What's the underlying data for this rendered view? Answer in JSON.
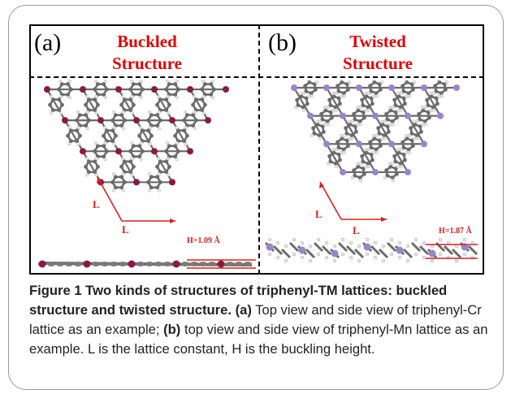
{
  "panel_a": {
    "label": "(a)",
    "title_line1": "Buckled",
    "title_line2": "Structure",
    "lattice_label_1": "L",
    "lattice_label_2": "L",
    "height_label": "H=1.09 Å"
  },
  "panel_b": {
    "label": "(b)",
    "title_line1": "Twisted",
    "title_line2": "Structure",
    "lattice_label_1": "L",
    "lattice_label_2": "L",
    "height_label": "H=1.87 Å"
  },
  "caption": {
    "figure_label": "Figure 1",
    "title": "Two kinds of structures of triphenyl-TM lattices: buckled structure and twisted structure.",
    "a_label": "(a)",
    "a_text": "Top view and side view of triphenyl-Cr lattice as an example;",
    "b_label": "(b)",
    "b_text": "top view and side view of triphenyl-Mn lattice as an example. L is the lattice constant, H is the buckling height."
  },
  "colors": {
    "title_red": "#e00000",
    "metal_a": "#8b1a3e",
    "metal_b": "#9b84c9",
    "carbon": "#6b6b6b",
    "hydrogen": "#e6e6e6",
    "arrow_red": "#d62020"
  }
}
